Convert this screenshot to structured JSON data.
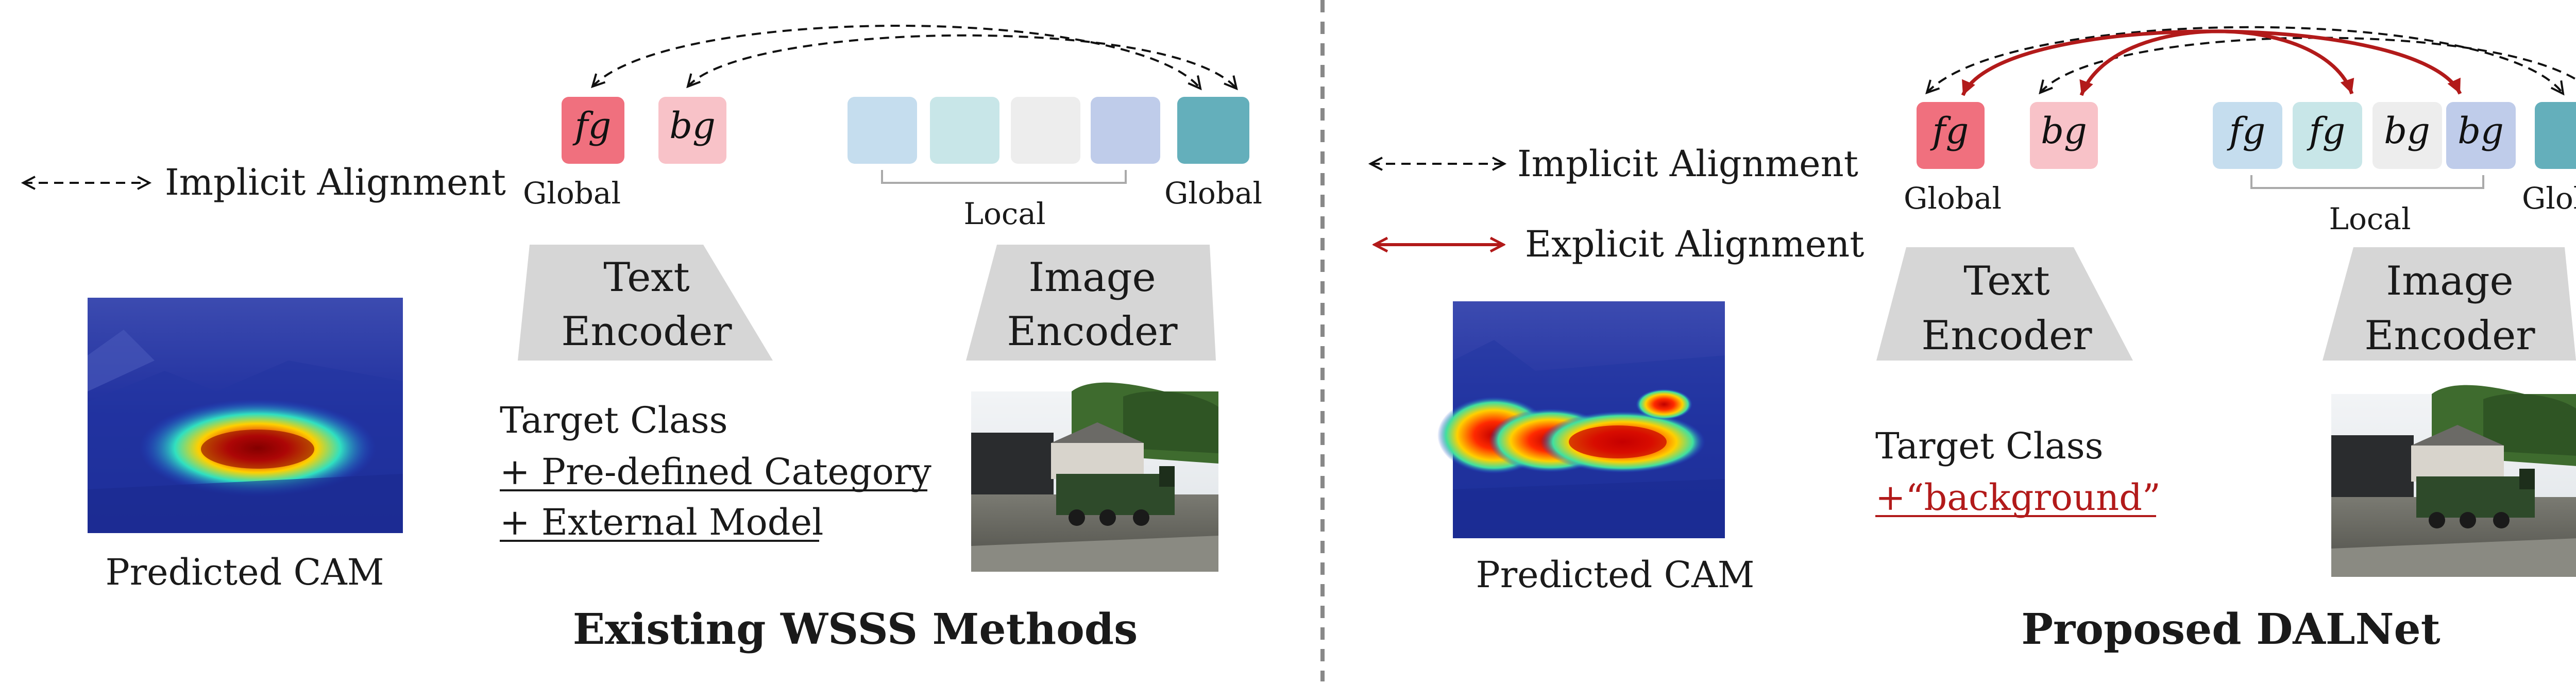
{
  "colors": {
    "fg_token": "#F0707E",
    "bg_token": "#F8C2C8",
    "local_1": "#C5DDEE",
    "local_2": "#C8E6E8",
    "local_3": "#EDEDED",
    "local_4": "#BFCCEA",
    "image_global": "#64AFBB",
    "encoder": "#D6D6D6",
    "explicit_arrow": "#B21A1A",
    "implicit_arrow": "#111111",
    "text": "#1A1A1A"
  },
  "left": {
    "implicit_legend": "Implicit Alignment",
    "token_fg": "fg",
    "token_bg": "bg",
    "text_global_label": "Global",
    "local_label": "Local",
    "image_global_label": "Global",
    "text_encoder": [
      "Text",
      "Encoder"
    ],
    "image_encoder": [
      "Image",
      "Encoder"
    ],
    "prompt_lines": [
      "Target Class",
      "+ Pre-defined Category",
      "+ External Model"
    ],
    "cam_caption": "Predicted CAM",
    "section_title": "Existing WSSS Methods"
  },
  "right": {
    "implicit_legend": "Implicit Alignment",
    "explicit_legend": "Explicit Alignment",
    "token_fg": "fg",
    "token_bg": "bg",
    "text_global_label": "Global",
    "local_tokens": [
      "fg",
      "fg",
      "bg",
      "bg"
    ],
    "local_label": "Local",
    "image_global_label": "Global",
    "text_encoder": [
      "Text",
      "Encoder"
    ],
    "image_encoder": [
      "Image",
      "Encoder"
    ],
    "prompt_lines": [
      "Target Class",
      "+“background”"
    ],
    "cam_caption": "Predicted CAM",
    "section_title": "Proposed DALNet"
  }
}
